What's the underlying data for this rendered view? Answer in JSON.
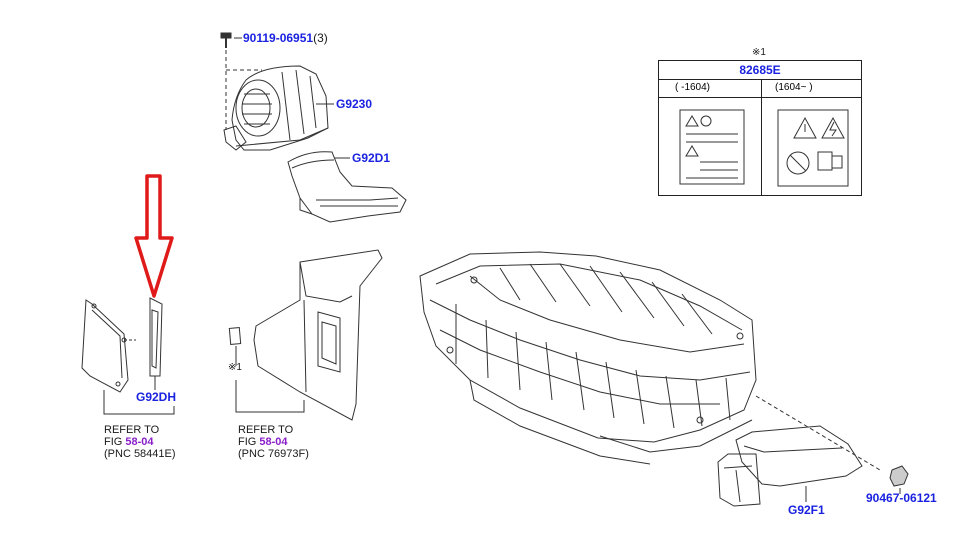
{
  "colors": {
    "part_link": "#1a22e0",
    "fig_link": "#8a1fc8",
    "arrow": "#e01919",
    "line": "#333333"
  },
  "parts": {
    "bolt": {
      "number": "90119-06951",
      "qty": "(3)"
    },
    "g9230": {
      "number": "G9230"
    },
    "g92d1": {
      "number": "G92D1"
    },
    "g92dh": {
      "number": "G92DH"
    },
    "g92f1": {
      "number": "G92F1"
    },
    "clip": {
      "number": "90467-06121"
    }
  },
  "label_box": {
    "note_mark": "※1",
    "part_number": "82685E",
    "left_range": "(      -1604)",
    "right_range": "(1604~      )"
  },
  "refs": {
    "left": {
      "refer": "REFER TO",
      "fig_prefix": "FIG ",
      "fig_number": "58-04",
      "pnc": "(PNC 58441E)"
    },
    "middle": {
      "refer": "REFER TO",
      "fig_prefix": "FIG ",
      "fig_number": "58-04",
      "pnc": "(PNC 76973F)"
    }
  },
  "note_mark_small": "※1",
  "icons": [
    "red-down-arrow-icon",
    "warning-triangle-icon",
    "electric-shock-icon",
    "no-fire-icon",
    "bolt-icon",
    "clip-icon"
  ]
}
